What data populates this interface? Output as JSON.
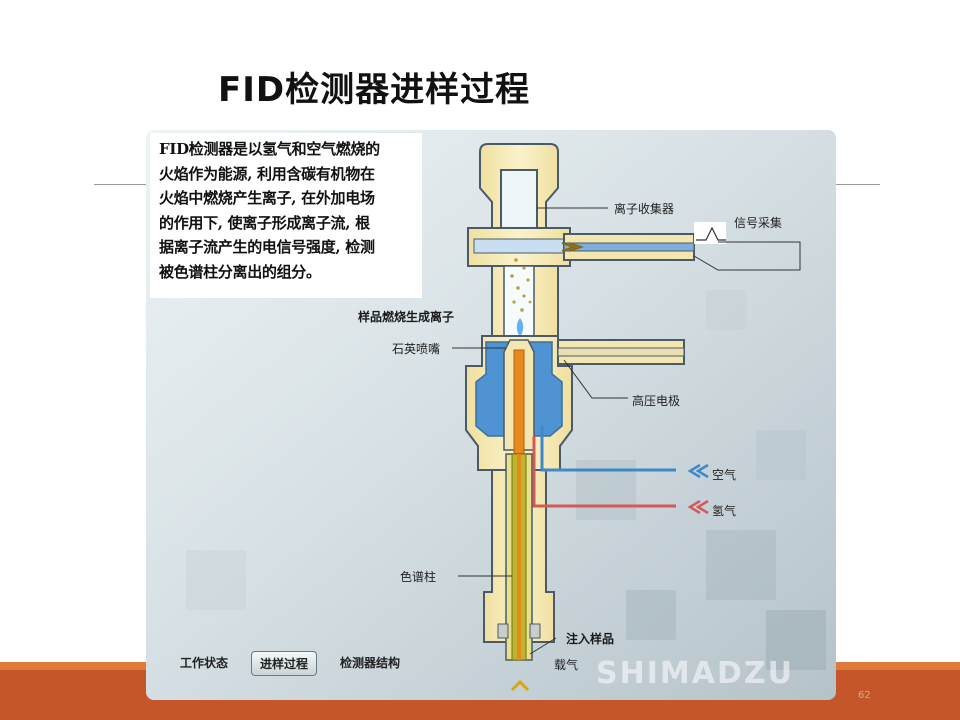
{
  "slide": {
    "title": "FID检测器进样过程",
    "page_number": "62"
  },
  "intro": {
    "lines": [
      "FID检测器是以氢气和空气燃烧的",
      "火焰作为能源, 利用含碳有机物在",
      "火焰中燃烧产生离子, 在外加电场",
      "的作用下, 使离子形成离子流, 根",
      "据离子流产生的电信号强度, 检测",
      "被色谱柱分离出的组分。"
    ]
  },
  "labels": {
    "ion_collector": "离子收集器",
    "signal_acquisition": "信号采集",
    "sample_ionization": "样品燃烧生成离子",
    "quartz_nozzle": "石英喷嘴",
    "high_voltage_electrode": "高压电极",
    "air": "空气",
    "hydrogen": "氢气",
    "column": "色谱柱",
    "inject_sample": "注入样品",
    "carrier_gas": "载气"
  },
  "tabs": {
    "working_state": "工作状态",
    "injection_process": "进样过程",
    "detector_structure": "检测器结构",
    "active": "injection_process"
  },
  "brand": {
    "watermark": "SHIMADZU"
  },
  "colors": {
    "footer": "#c5562a",
    "detector_body": "#f3e6b0",
    "detector_outline": "#4a5a68",
    "flame_chamber": "#4f93d3",
    "column_core": "#b9b630",
    "nozzle": "#e8891e",
    "air_arrow": "#3f89c8",
    "hydrogen_arrow": "#d25a5a"
  }
}
